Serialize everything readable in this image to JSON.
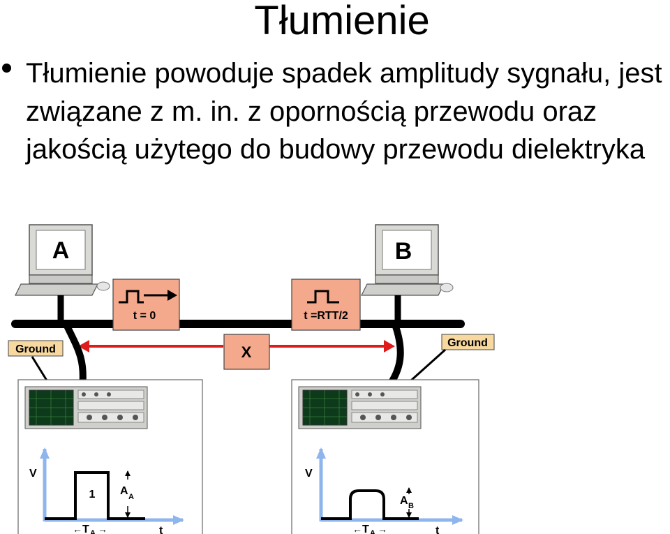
{
  "slide": {
    "title": "Tłumienie",
    "bullet": "Tłumienie powoduje spadek amplitudy sygnału, jest związane z m. in. z opornością przewodu oraz jakością użytego do budowy przewodu dielektryka"
  },
  "diagram": {
    "computer_a": "A",
    "computer_b": "B",
    "signal_start": "t = 0",
    "signal_end": "t =RTT/2",
    "distance": "X",
    "ground_left": "Ground",
    "ground_right": "Ground",
    "scope_left": {
      "v_axis": "V",
      "t_axis": "t",
      "pulse_label": "1",
      "amplitude": "A",
      "amplitude_sub": "A",
      "period": "T",
      "period_sub": "A"
    },
    "scope_right": {
      "v_axis": "V",
      "t_axis": "t",
      "amplitude": "A",
      "amplitude_sub": "B",
      "period": "T",
      "period_sub": "A"
    },
    "colors": {
      "box": "#f4a98c",
      "arrow": "#e01b1b",
      "axis": "#8fb6ec",
      "ground": "#f7d9a0"
    }
  }
}
